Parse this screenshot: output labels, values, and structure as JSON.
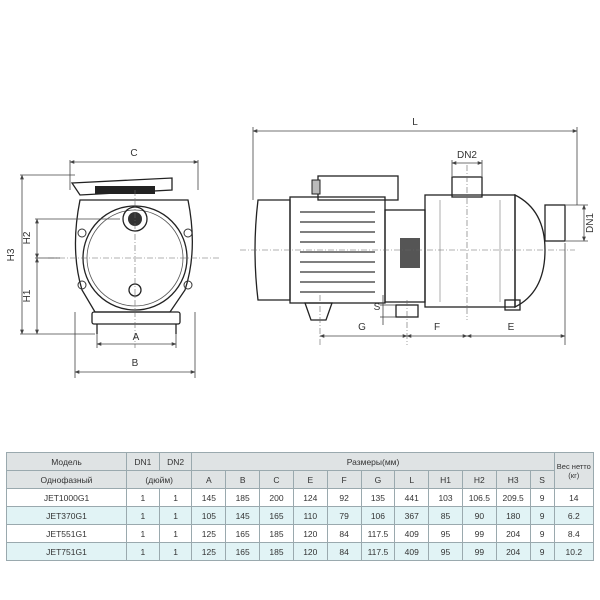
{
  "front_view": {
    "labels": {
      "c": "C",
      "h2": "H2",
      "h3": "H3",
      "h1": "H1",
      "a": "A",
      "b": "B"
    }
  },
  "side_view": {
    "labels": {
      "l": "L",
      "dn2": "DN2",
      "dn1": "DN1",
      "s": "S",
      "g": "G",
      "f": "F",
      "e": "E"
    }
  },
  "table": {
    "header": {
      "model": "Модель",
      "dn1": "DN1",
      "dn2": "DN2",
      "dimensions": "Размеры(мм)",
      "weight": "Вес нетто (кг)",
      "single_phase": "Однофазный",
      "inch": "(дюйм)",
      "cols": [
        "A",
        "B",
        "C",
        "E",
        "F",
        "G",
        "L",
        "H1",
        "H2",
        "H3",
        "S"
      ]
    },
    "rows": [
      [
        "JET1000G1",
        "1",
        "1",
        "145",
        "185",
        "200",
        "124",
        "92",
        "135",
        "441",
        "103",
        "106.5",
        "209.5",
        "9",
        "14"
      ],
      [
        "JET370G1",
        "1",
        "1",
        "105",
        "145",
        "165",
        "110",
        "79",
        "106",
        "367",
        "85",
        "90",
        "180",
        "9",
        "6.2"
      ],
      [
        "JET551G1",
        "1",
        "1",
        "125",
        "165",
        "185",
        "120",
        "84",
        "117.5",
        "409",
        "95",
        "99",
        "204",
        "9",
        "8.4"
      ],
      [
        "JET751G1",
        "1",
        "1",
        "125",
        "165",
        "185",
        "120",
        "84",
        "117.5",
        "409",
        "95",
        "99",
        "204",
        "9",
        "10.2"
      ]
    ]
  }
}
